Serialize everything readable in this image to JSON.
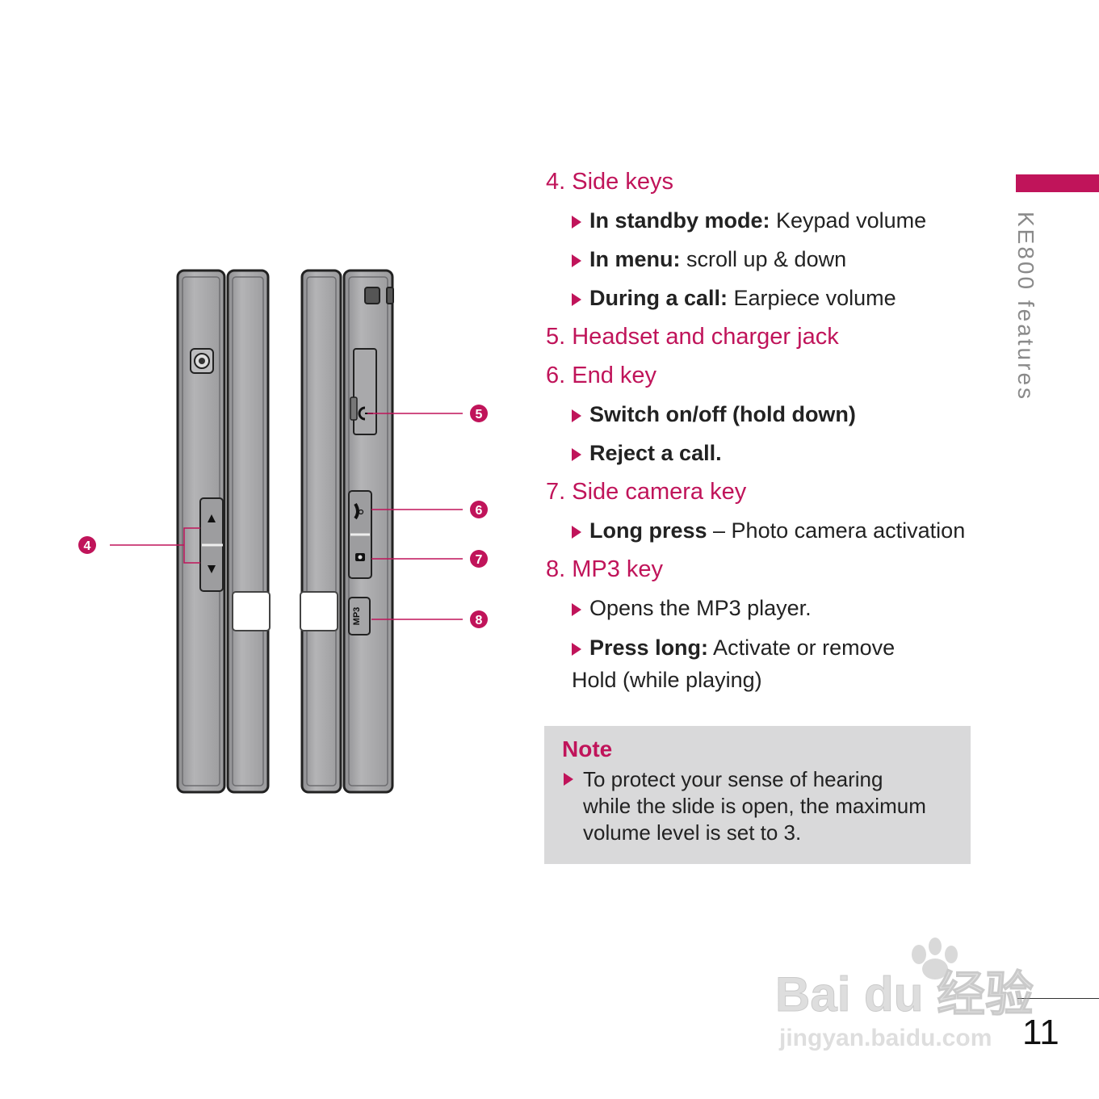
{
  "callouts": {
    "c4": "4",
    "c5": "5",
    "c6": "6",
    "c7": "7",
    "c8": "8"
  },
  "mp3_key_label": "MP3",
  "sections": [
    {
      "heading": "4. Side keys",
      "bullets": [
        {
          "bold": "In standby mode:",
          "text": " Keypad volume"
        },
        {
          "bold": "In menu:",
          "text": " scroll up & down"
        },
        {
          "bold": "During a call:",
          "text": " Earpiece volume"
        }
      ]
    },
    {
      "heading": "5. Headset and charger jack"
    },
    {
      "heading": "6. End key",
      "bullets": [
        {
          "bold": "Switch on/off (hold down)",
          "text": ""
        },
        {
          "bold": "Reject a call.",
          "text": ""
        }
      ]
    },
    {
      "heading": "7. Side camera key",
      "bullets": [
        {
          "bold": "Long press",
          "text": " – Photo camera activation"
        }
      ]
    },
    {
      "heading": "8. MP3 key",
      "bullets": [
        {
          "bold": "",
          "text": "Opens the MP3 player."
        },
        {
          "bold": "Press long:",
          "text": " Activate or remove Hold (while playing)"
        }
      ]
    }
  ],
  "note": {
    "title": "Note",
    "text": "To protect your sense of hearing while the slide is open, the maximum volume level is set to 3."
  },
  "side_tab": "KE800 features",
  "page_number": "11",
  "watermark": {
    "brand": "Bai du 经验",
    "url": "jingyan.baidu.com"
  },
  "colors": {
    "accent": "#c0145a",
    "note_bg": "#d9d9da",
    "phone_gray": "#a8a8aa"
  },
  "icons": [
    "camera-lens-icon",
    "headset-jack-icon",
    "end-key-icon",
    "camera-key-icon",
    "volume-up-arrow-icon",
    "volume-down-arrow-icon",
    "triangle-bullet-icon"
  ]
}
